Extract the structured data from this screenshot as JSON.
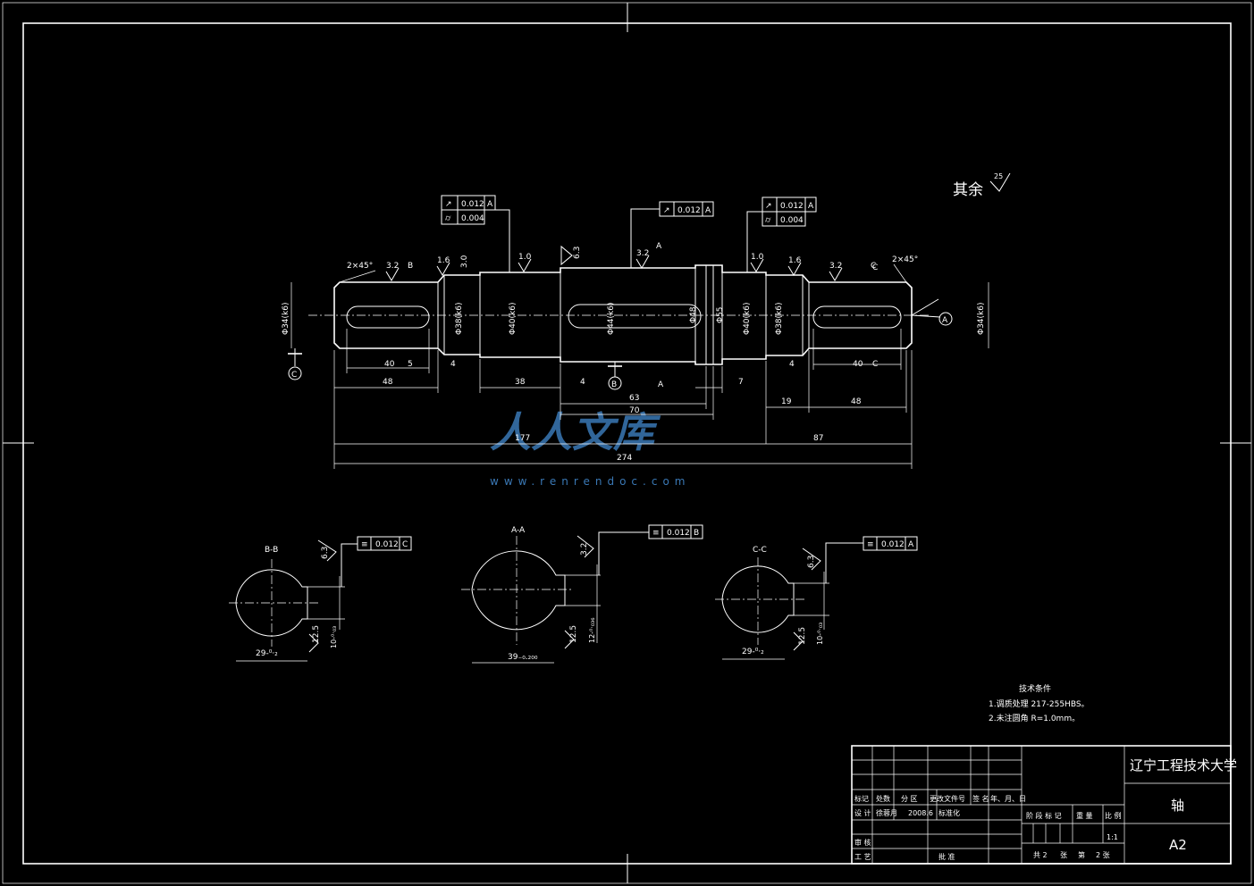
{
  "sheet": {
    "remaining_roughness_label": "其余",
    "remaining_roughness_value": "25"
  },
  "watermark": {
    "brand": "人人文库",
    "url": "www.renrendoc.com"
  },
  "main_view": {
    "chamfer_left": "2×45°",
    "chamfer_right": "2×45°",
    "roughness": [
      "3.2",
      "1.6",
      "3.0",
      "1.0",
      "6.3",
      "3.2",
      "1.0",
      "1.6",
      "3.2"
    ],
    "roughness_letters": {
      "b": "B",
      "a": "A",
      "c": "C"
    },
    "diameters": {
      "d1": "Φ34(k6)",
      "d2": "Φ38(k6)",
      "d3": "Φ40(k6)",
      "d4": "Φ44(k6)",
      "d5": "Φ48",
      "d6": "Φ55",
      "d7": "Φ40(k6)",
      "d8": "Φ38(k6)",
      "d9": "Φ34(k6)"
    },
    "dimensions": {
      "key_left": "40",
      "shoulder_left": "5",
      "groove_left": "4",
      "len_48_left": "48",
      "len_38": "38",
      "len_4_mid": "4",
      "len_63": "63",
      "len_70": "70",
      "len_7": "7",
      "len_4_right": "4",
      "key_right": "40",
      "len_19": "19",
      "len_48_right": "48",
      "len_177": "177",
      "len_87": "87",
      "len_274": "274"
    },
    "datums": {
      "c": "C",
      "b": "B",
      "a": "A"
    },
    "section_marks": {
      "a": "A",
      "c1": "C",
      "c2": "C"
    },
    "tolerance_frames": [
      {
        "row1": [
          "↗",
          "0.012",
          "A"
        ],
        "row2": [
          "⌭",
          "0.004"
        ]
      },
      {
        "row1": [
          "↗",
          "0.012",
          "A"
        ]
      },
      {
        "row1": [
          "↗",
          "0.012",
          "A"
        ],
        "row2": [
          "⌭",
          "0.004"
        ]
      }
    ]
  },
  "sections": [
    {
      "label": "B-B",
      "roughness": "6.3",
      "roughness2": "12.5",
      "key_depth": "10-⁰·₀₃",
      "width": "29-⁰·₂",
      "tolerance": [
        "≡",
        "0.012",
        "C"
      ]
    },
    {
      "label": "A-A",
      "roughness": "3.2",
      "roughness2": "12.5",
      "key_depth": "12-⁰·₀₃₆",
      "width": "39₋₀.₂₀₀",
      "tolerance": [
        "≡",
        "0.012",
        "B"
      ]
    },
    {
      "label": "C-C",
      "roughness": "6.3",
      "roughness2": "12.5",
      "key_depth": "10-⁰·₀₃",
      "width": "29-⁰·₂",
      "tolerance": [
        "≡",
        "0.012",
        "A"
      ]
    }
  ],
  "tech_requirements": {
    "title": "技术条件",
    "items": [
      "1.调质处理  217-255HBS。",
      "2.未注圆角  R=1.0mm。"
    ]
  },
  "title_block": {
    "university": "辽宁工程技术大学",
    "part_name": "轴",
    "drawing_no": "A2",
    "rev_headers": [
      "标记",
      "处数",
      "分 区",
      "更改文件号",
      "签 名",
      "年、月、日"
    ],
    "design_row": [
      "设 计",
      "徐蓉月",
      "2008.6",
      "标准化"
    ],
    "review": "审 核",
    "process": "工 艺",
    "approve": "批 准",
    "stage_headers": [
      "阶 段 标 记",
      "重 量",
      "比 例"
    ],
    "scale": "1:1",
    "sheets": [
      "共 2",
      "张",
      "第",
      "2 张"
    ]
  }
}
